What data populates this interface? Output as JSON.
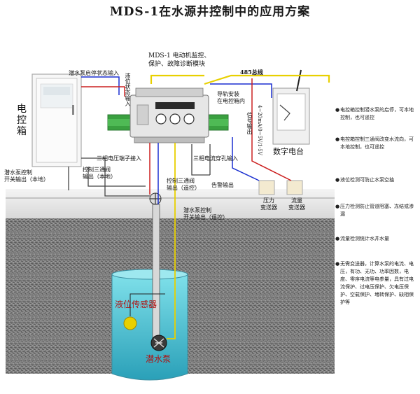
{
  "title": {
    "brand": "MDS-1",
    "text": "在水源井控制中的应用方案"
  },
  "labels": {
    "module": "MDS-1 电动机监控、\n保护、故障诊断模块",
    "bus485": "485总线",
    "pump_status_in": "潜水泵启停状态输入",
    "level_status_in": "液位状态输入",
    "ct_install": "导轨安装\n在电控箱内",
    "signal_out": "信号输出",
    "analog_in": "4~20mA/0~5V/1-5V",
    "v3_term": "三相电压端子接入",
    "ct_pass": "三相电流穿孔输入",
    "cabinet": "电\n控\n箱",
    "digital_station": "数字电台",
    "pump_switch_local": "潜水泵控制\n开关输出（本地）",
    "valve_out_local": "控制三通阀\n输出（本地）",
    "valve_out_remote": "控制三通阀\n输出（遥控）",
    "alarm_out": "告警输出",
    "pump_switch_remote": "潜水泵控制\n开关输出（遥控）",
    "pressure_tx": "压力\n变送器",
    "flow_tx": "流量\n变送器",
    "level_sensor": "液位传感器",
    "pump": "潜水泵"
  },
  "notes": [
    "电控箱控制潜水泵的启停，可本地控制，也可遥控",
    "电控箱控制三通阀改变水流向，可本地控制，也可遥控",
    "液位检测可防止水泵空抽",
    "压力检测防止管道阻塞、冻结或渗漏",
    "流量检测统计水井水量",
    "无需变送器，计算水泵的电流、电压，有功、无功、功率因数，电度、零序电流等电参量，具有过电流保护、过电压保护、欠电压保护、空载保护、堵转保护、缺相保护等"
  ],
  "colors": {
    "bus": "#e8d000",
    "wire_blue": "#1a2fd0",
    "wire_red": "#cc2020",
    "wire_gray": "#444444",
    "rail": "#3aa040",
    "water": "#48c8d8"
  }
}
